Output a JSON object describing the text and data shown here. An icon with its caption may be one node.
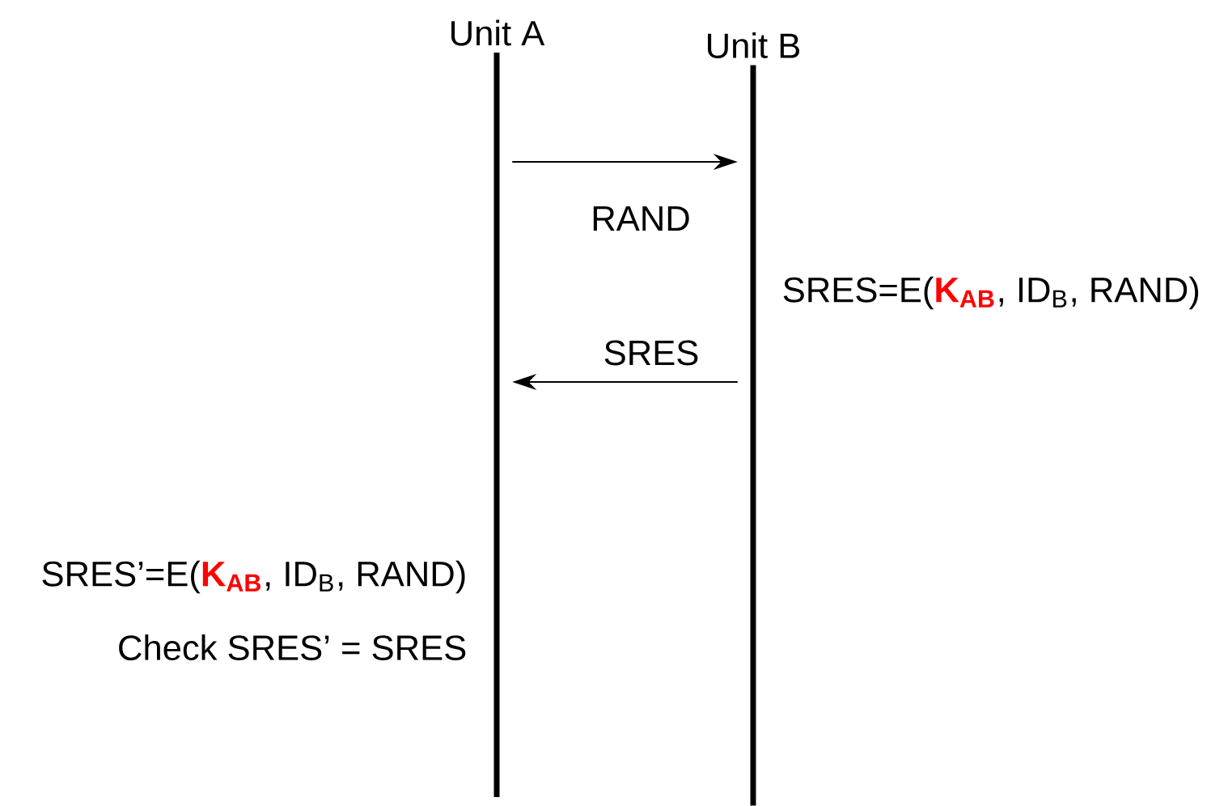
{
  "diagram": {
    "nodes": [
      {
        "text": [
          "Unit A"
        ],
        "beside": [
          "SRES’=E(**K$_{AB}$**, ID$_{B}$, RAND)",
          "Check SRES’ = SRES"
        ]
      },
      {
        "text": [
          "Unit B"
        ],
        "beside": [
          "SRES=E(**K$_{AB}$**, ID$_{B}$, RAND)"
        ]
      }
    ],
    "edges": [
      {
        "from": 0,
        "to": 1,
        "arrow": "to",
        "label": "RAND"
      },
      {
        "from": 1,
        "to": 0,
        "arrow": "to",
        "label": "SRES"
      }
    ]
  }
}
